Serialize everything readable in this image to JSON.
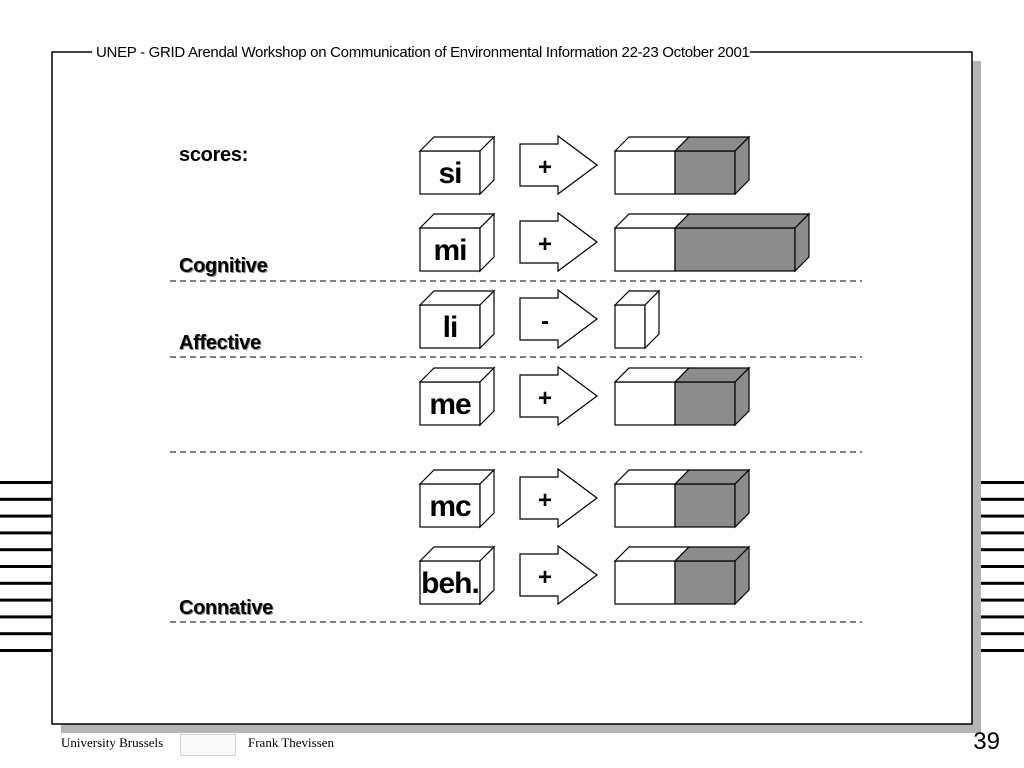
{
  "slide": {
    "header": "UNEP - GRID Arendal  Workshop on Communication of Environmental Information 22-23 October 2001",
    "scores_label": "scores:",
    "sections": [
      {
        "label": "Cognitive"
      },
      {
        "label": "Affective"
      },
      {
        "label": "Connative"
      }
    ],
    "rows": [
      {
        "label": "si",
        "sign": "+",
        "score_level": 0.5
      },
      {
        "label": "mi",
        "sign": "+",
        "score_level": 1.0
      },
      {
        "label": "li",
        "sign": "-",
        "score_level": 0.0
      },
      {
        "label": "me",
        "sign": "+",
        "score_level": 0.5
      },
      {
        "label": "mc",
        "sign": "+",
        "score_level": 0.5
      },
      {
        "label": "beh.",
        "sign": "+",
        "score_level": 0.5
      }
    ],
    "footer": {
      "university": "University Brussels",
      "author": "Frank Thevissen",
      "page_number": "39"
    },
    "colors": {
      "shaded": "#8c8c8c",
      "shadow": "#b4b4b4",
      "frame": "#000000"
    }
  }
}
